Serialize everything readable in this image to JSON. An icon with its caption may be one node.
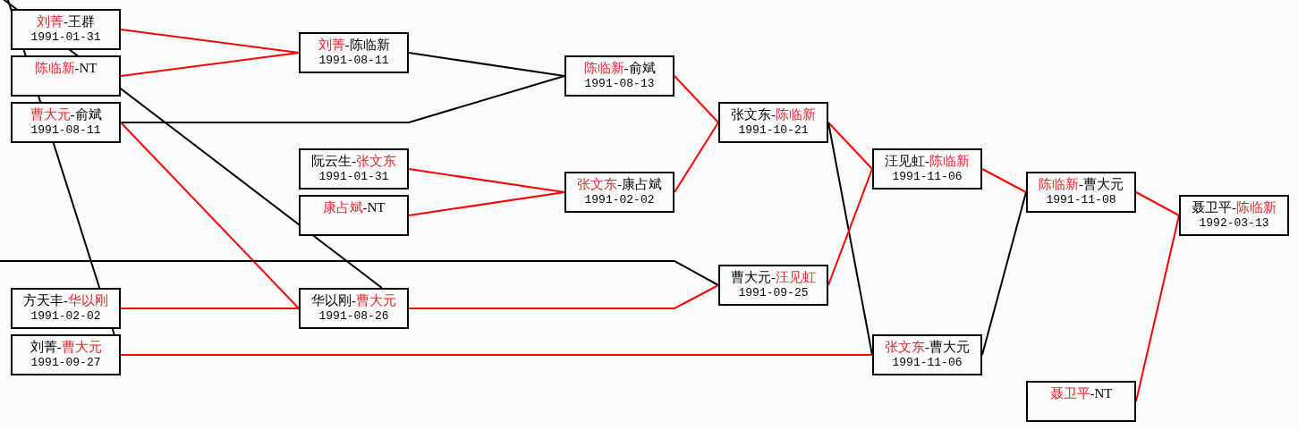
{
  "diagram": {
    "nodes": [
      {
        "text": [
          "刘菁-王群",
          "1991-01-31"
        ]
      },
      {
        "text": [
          "陈临新-NT"
        ]
      },
      {
        "text": [
          "曹大元-俞斌",
          "1991-08-11"
        ]
      },
      {
        "text": [
          "方天丰-华以刚",
          "1991-02-02"
        ]
      },
      {
        "text": [
          "刘菁-曹大元",
          "1991-09-27"
        ]
      },
      {
        "text": [
          "刘菁-陈临新",
          "1991-08-11"
        ]
      },
      {
        "text": [
          "阮云生-张文东",
          "1991-01-31"
        ]
      },
      {
        "text": [
          "康占斌-NT"
        ]
      },
      {
        "text": [
          "华以刚-曹大元",
          "1991-08-26"
        ]
      },
      {
        "text": [
          "陈临新-俞斌",
          "1991-08-13"
        ]
      },
      {
        "text": [
          "张文东-康占斌",
          "1991-02-02"
        ]
      },
      {
        "text": [
          "张文东-陈临新",
          "1991-10-21"
        ]
      },
      {
        "text": [
          "曹大元-汪见虹",
          "1991-09-25"
        ]
      },
      {
        "text": [
          "汪见虹-陈临新",
          "1991-11-06"
        ]
      },
      {
        "text": [
          "张文东-曹大元",
          "1991-11-06"
        ]
      },
      {
        "text": [
          "陈临新-曹大元",
          "1991-11-08"
        ]
      },
      {
        "text": [
          "聂卫平-NT"
        ]
      },
      {
        "text": [
          "聂卫平-陈临新",
          "1992-03-13"
        ]
      }
    ],
    "edges": [
      {
        "from": 0,
        "to": 5,
        "arrow": "none"
      },
      {
        "from": 1,
        "to": 5,
        "arrow": "none"
      },
      {
        "from": 5,
        "to": 9,
        "arrow": "none",
        "color": "#000000"
      },
      {
        "from": 2,
        "to": 9,
        "arrow": "none",
        "color": "#000000"
      },
      {
        "from": 2,
        "to": 8,
        "arrow": "none"
      },
      {
        "from": 3,
        "to": 8,
        "arrow": "none"
      },
      {
        "from": 6,
        "to": 10,
        "arrow": "none"
      },
      {
        "from": 7,
        "to": 10,
        "arrow": "none"
      },
      {
        "from": 9,
        "to": 11,
        "arrow": "none"
      },
      {
        "from": 10,
        "to": 11,
        "arrow": "none"
      },
      {
        "from": 11,
        "to": 13,
        "arrow": "none"
      },
      {
        "from": 11,
        "to": 14,
        "arrow": "none",
        "color": "#000000"
      },
      {
        "from": null,
        "to": 12,
        "arrow": "none",
        "color": "#000000"
      },
      {
        "from": 8,
        "to": 12,
        "arrow": "none"
      },
      {
        "from": 12,
        "to": 13,
        "arrow": "none"
      },
      {
        "from": 4,
        "to": 14,
        "arrow": "none"
      },
      {
        "from": 13,
        "to": 15,
        "arrow": "none"
      },
      {
        "from": 14,
        "to": 15,
        "arrow": "none",
        "color": "#000000"
      },
      {
        "from": 15,
        "to": 17,
        "arrow": "none"
      },
      {
        "from": 16,
        "to": 17,
        "arrow": "none"
      },
      {
        "from": 8,
        "to": null,
        "arrow": "none",
        "color": "#000000"
      },
      {
        "from": 4,
        "to": null,
        "arrow": "none",
        "color": "#000000"
      }
    ]
  }
}
